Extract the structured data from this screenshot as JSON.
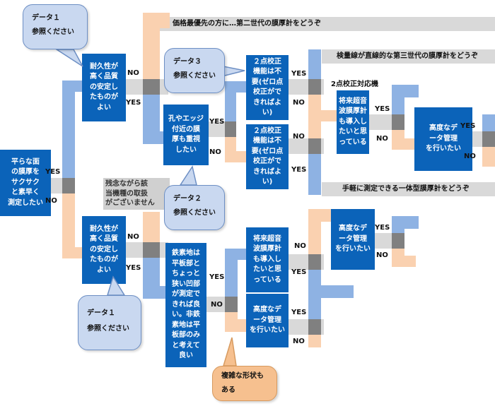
{
  "start": "平らな面\nの膜厚を\nサクサク\nと素早く\n測定したい",
  "q_durable_top": "耐久性が\n高く品質\nの安定し\nたものが\nよい",
  "q_durable_bottom": "耐久性が\n高く品質\nの安定し\nたものが\nよい",
  "q_edge": "孔やエッジ\n付近の膜\n厚も重視\nしたい",
  "q_calib_top": "２点校正\n機能は不\n要(ゼロ点\n校正がで\nきればよい)",
  "q_calib_mid": "２点校正\n機能は不\n要(ゼロ点\n校正がで\nきればよい)",
  "q_ultra_top": "将来超音\n波膜厚計\nも導入し\nたいと思\nっている",
  "q_data_top": "高度なデ\nータ管理\nを行いたい",
  "q_steel": "鉄素地は\n平板部と\nちょっと\n狭い凹部\nが測定で\nきれば良\nい。非鉄\n素地は平\n板部のみ\nと考えて\n良い",
  "q_ultra_bottom": "将来超音\n波膜厚計\nも導入し\nたいと思\nっている",
  "q_data_right": "高度なデ\nータ管理\nを行いたい",
  "q_data_bottom": "高度なデ\nータ管理\nを行いたい",
  "result_price": "価格最優先の方に…第二世代の膜厚計をどうぞ",
  "result_linear": "検量線が直線的な第三世代の膜厚計をどうぞ",
  "result_2point": "2点校正対応機",
  "result_easy": "手軽に測定できる一体型膜厚計をどうぞ",
  "note_unavailable": "残念ながら該\n当機種の取扱\nがございません",
  "bubble_data1_top": "データ１\n参照ください",
  "bubble_data3": "データ３\n参照ください",
  "bubble_data2": "データ２\n参照ください",
  "bubble_data1_bottom": "データ１\n参照ください",
  "bubble_complex": "複雑な形状も\nある",
  "labels": {
    "yes": "YES",
    "no": "NO"
  },
  "colors": {
    "question_box": "#0b63b9",
    "yes_lane": "#8eb2e3",
    "no_lane": "#fad1b0",
    "result_lane": "#d9d9d9",
    "junction": "#808080",
    "bubble_blue": "#c9d8f0",
    "bubble_peach": "#f6c08f"
  }
}
